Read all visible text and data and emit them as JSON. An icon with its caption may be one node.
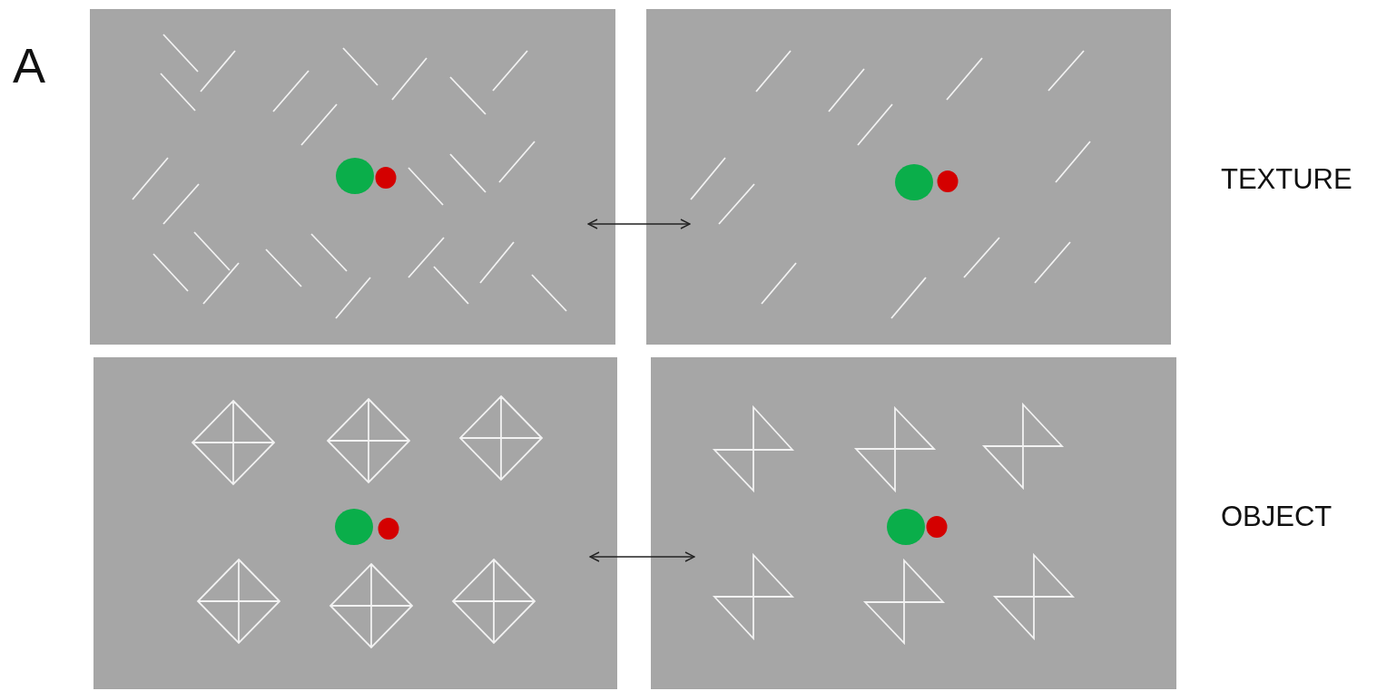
{
  "diagram": {
    "nodes": [
      {
        "text": [],
        "shape": "box"
      },
      {
        "text": [],
        "shape": "box"
      },
      {
        "text": [],
        "shape": "box"
      },
      {
        "text": [],
        "shape": "box"
      }
    ],
    "edges": [
      {
        "from": 0,
        "to": 1,
        "arrow": "both"
      },
      {
        "from": 2,
        "to": 3,
        "arrow": "both"
      }
    ],
    "labels": [
      "A",
      "TEXTURE",
      "OBJECT"
    ]
  }
}
